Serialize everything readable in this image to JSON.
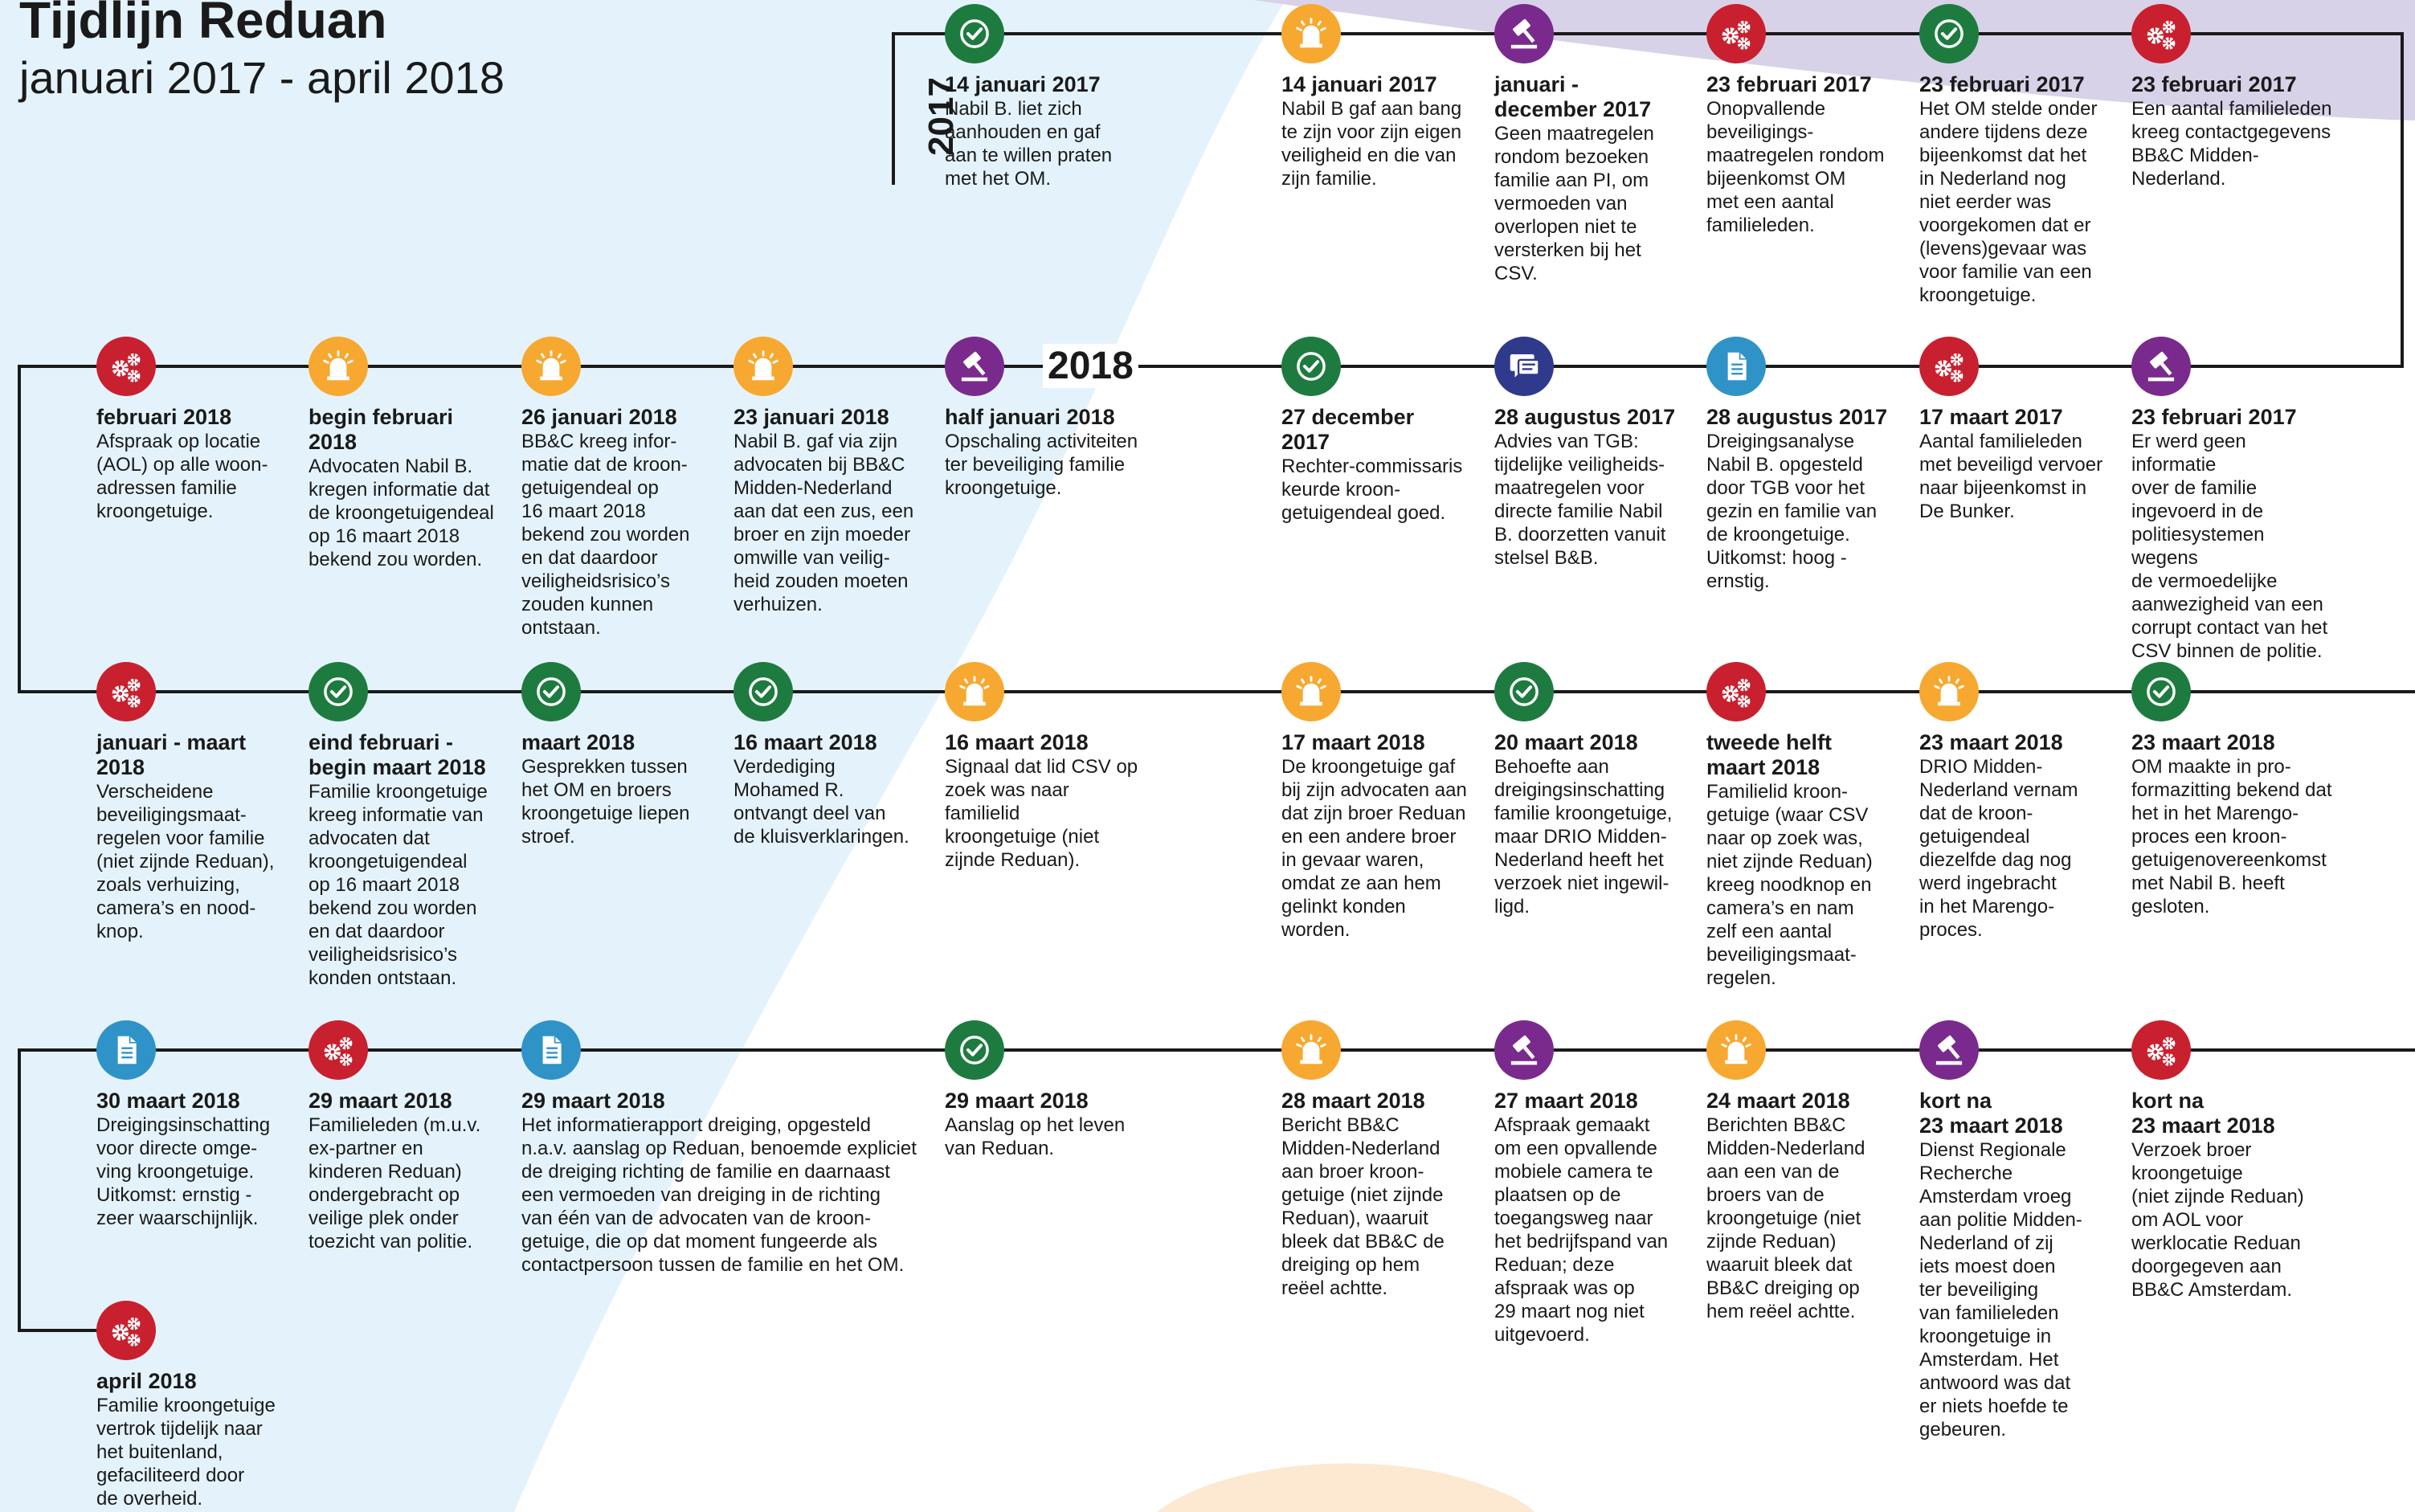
{
  "title": "Tijdlijn Reduan",
  "subtitle": "januari 2017 - april 2018",
  "year_labels": {
    "y2017": "2017",
    "y2018": "2018"
  },
  "colors": {
    "green": "#1e7b3f",
    "orange": "#f7a830",
    "purple": "#7a2a8c",
    "red": "#c8202f",
    "navy": "#2f3a8c",
    "teal": "#2f93c8",
    "bg_blue": "#e4f3fb",
    "bg_lavender": "#d8d2e8",
    "bg_peach": "#fde9d1"
  },
  "events": [
    {
      "icon": "check-icon",
      "color": "green",
      "date": "14 januari 2017",
      "desc": "Nabil B. liet zich\naanhouden en gaf\naan te willen praten\nmet het OM."
    },
    {
      "icon": "alarm-icon",
      "color": "orange",
      "date": "14 januari 2017",
      "desc": "Nabil B gaf aan bang\nte zijn voor zijn eigen\nveiligheid en die van\nzijn familie."
    },
    {
      "icon": "gavel-icon",
      "color": "purple",
      "date": "januari -\ndecember 2017",
      "desc": "Geen maatregelen\nrondom bezoeken\nfamilie aan PI, om\nvermoeden van\noverlopen niet te\nversterken bij het\nCSV."
    },
    {
      "icon": "gear-icon",
      "color": "red",
      "date": "23 februari 2017",
      "desc": "Onopvallende\nbeveiligings-\nmaatregelen rondom\nbijeenkomst OM\nmet een aantal\nfamilieleden."
    },
    {
      "icon": "check-icon",
      "color": "green",
      "date": "23 februari 2017",
      "desc": "Het OM stelde onder\nandere tijdens deze\nbijeenkomst dat het\nin Nederland nog\nniet eerder was\nvoorgekomen dat er\n(levens)gevaar was\nvoor familie van een\nkroongetuige."
    },
    {
      "icon": "gear-icon",
      "color": "red",
      "date": "23 februari 2017",
      "desc": "Een aantal familieleden\nkreeg contactgegevens\nBB&C Midden-\nNederland."
    },
    {
      "icon": "gavel-icon",
      "color": "purple",
      "date": "23 februari 2017",
      "desc": "Er werd geen informatie\nover de familie\ningevoerd in de\npolitiesystemen wegens\nde vermoedelijke\naanwezigheid van een\ncorrupt contact van het\nCSV binnen de politie."
    },
    {
      "icon": "gear-icon",
      "color": "red",
      "date": "17 maart 2017",
      "desc": "Aantal familieleden\nmet beveiligd vervoer\nnaar bijeenkomst in\nDe Bunker."
    },
    {
      "icon": "document-icon",
      "color": "teal",
      "date": "28 augustus 2017",
      "desc": "Dreigingsanalyse\nNabil B. opgesteld\ndoor TGB voor het\ngezin en familie van\nde kroongetuige.\nUitkomst: hoog -\nernstig."
    },
    {
      "icon": "chat-icon",
      "color": "navy",
      "date": "28 augustus 2017",
      "desc": "Advies van TGB:\ntijdelijke veiligheids-\nmaatregelen voor\ndirecte familie Nabil\nB. doorzetten vanuit\nstelsel B&B."
    },
    {
      "icon": "check-icon",
      "color": "green",
      "date": "27 december\n2017",
      "desc": "Rechter-commissaris\nkeurde kroon-\ngetuigendeal goed."
    },
    {
      "icon": "gavel-icon",
      "color": "purple",
      "date": "half januari 2018",
      "desc": "Opschaling activiteiten\nter beveiliging familie\nkroongetuige."
    },
    {
      "icon": "alarm-icon",
      "color": "orange",
      "date": "23 januari 2018",
      "desc": "Nabil B. gaf via zijn\nadvocaten bij BB&C\nMidden-Nederland\naan dat een zus, een\nbroer en zijn moeder\nomwille van veilig-\nheid zouden moeten\nverhuizen."
    },
    {
      "icon": "alarm-icon",
      "color": "orange",
      "date": "26 januari 2018",
      "desc": "BB&C kreeg infor-\nmatie dat de kroon-\ngetuigendeal op\n16 maart 2018\nbekend zou worden\nen dat daardoor\nveiligheidsrisico’s\nzouden kunnen\nontstaan."
    },
    {
      "icon": "alarm-icon",
      "color": "orange",
      "date": "begin februari\n2018",
      "desc": "Advocaten Nabil B.\nkregen informatie dat\nde kroongetuigendeal\nop 16 maart 2018\nbekend zou worden."
    },
    {
      "icon": "gear-icon",
      "color": "red",
      "date": "februari 2018",
      "desc": "Afspraak op locatie\n(AOL) op alle woon-\nadressen familie\nkroongetuige."
    },
    {
      "icon": "gear-icon",
      "color": "red",
      "date": "januari - maart\n2018",
      "desc": "Verscheidene\nbeveiligingsmaat-\nregelen voor familie\n(niet zijnde Reduan),\nzoals verhuizing,\ncamera’s en nood-\nknop."
    },
    {
      "icon": "check-icon",
      "color": "green",
      "date": "eind februari -\nbegin maart 2018",
      "desc": "Familie kroongetuige\nkreeg informatie van\nadvocaten dat\nkroongetuigendeal\nop 16 maart 2018\nbekend zou worden\nen dat daardoor\nveiligheidsrisico’s\nkonden ontstaan."
    },
    {
      "icon": "check-icon",
      "color": "green",
      "date": "maart 2018",
      "desc": "Gesprekken tussen\nhet OM en broers\nkroongetuige liepen\nstroef."
    },
    {
      "icon": "check-icon",
      "color": "green",
      "date": "16 maart 2018",
      "desc": "Verdediging\nMohamed R.\nontvangt deel van\nde kluisverklaringen."
    },
    {
      "icon": "alarm-icon",
      "color": "orange",
      "date": "16 maart 2018",
      "desc": "Signaal dat lid CSV op\nzoek was naar familielid\nkroongetuige (niet\nzijnde Reduan)."
    },
    {
      "icon": "alarm-icon",
      "color": "orange",
      "date": "17 maart 2018",
      "desc": "De kroongetuige gaf\nbij zijn advocaten aan\ndat zijn broer Reduan\nen een andere broer\nin gevaar waren,\nomdat ze aan hem\ngelinkt konden\nworden."
    },
    {
      "icon": "check-icon",
      "color": "green",
      "date": "20 maart 2018",
      "desc": "Behoefte aan\ndreigingsinschatting\nfamilie kroongetuige,\nmaar DRIO Midden-\nNederland heeft het\nverzoek niet ingewil-\nligd."
    },
    {
      "icon": "gear-icon",
      "color": "red",
      "date": "tweede helft\nmaart 2018",
      "desc": "Familielid kroon-\ngetuige (waar CSV\nnaar op zoek was,\nniet zijnde Reduan)\nkreeg noodknop en\ncamera’s en nam\nzelf een aantal\nbeveiligingsmaat-\nregelen."
    },
    {
      "icon": "alarm-icon",
      "color": "orange",
      "date": "23 maart 2018",
      "desc": "DRIO Midden-\nNederland vernam\ndat de kroon-\ngetuigendeal\ndiezelfde dag nog\nwerd ingebracht\nin het Marengo-\nproces."
    },
    {
      "icon": "check-icon",
      "color": "green",
      "date": "23 maart 2018",
      "desc": "OM maakte in pro-\nformazitting bekend dat\nhet in het Marengo-\nproces een kroon-\ngetuigenovereenkomst\nmet Nabil B. heeft\ngesloten."
    },
    {
      "icon": "gear-icon",
      "color": "red",
      "date": "kort na\n23 maart 2018",
      "desc": "Verzoek broer\nkroongetuige\n(niet zijnde Reduan)\nom AOL voor\nwerklocatie Reduan\ndoorgegeven aan\nBB&C Amsterdam."
    },
    {
      "icon": "gavel-icon",
      "color": "purple",
      "date": "kort na\n23 maart 2018",
      "desc": "Dienst Regionale\nRecherche\nAmsterdam vroeg\naan politie Midden-\nNederland of zij\niets moest doen\nter beveiliging\nvan familieleden\nkroongetuige in\nAmsterdam. Het\nantwoord was dat\ner niets hoefde te\ngebeuren."
    },
    {
      "icon": "alarm-icon",
      "color": "orange",
      "date": "24 maart 2018",
      "desc": "Berichten BB&C\nMidden-Nederland\naan een van de\nbroers van de\nkroongetuige (niet\nzijnde Reduan)\nwaaruit bleek dat\nBB&C dreiging op\nhem reëel achtte."
    },
    {
      "icon": "gavel-icon",
      "color": "purple",
      "date": "27 maart 2018",
      "desc": "Afspraak gemaakt\nom een opvallende\nmobiele camera te\nplaatsen op de\ntoegangsweg naar\nhet bedrijfspand van\nReduan; deze\nafspraak was op\n29 maart nog niet\nuitgevoerd."
    },
    {
      "icon": "alarm-icon",
      "color": "orange",
      "date": "28 maart 2018",
      "desc": "Bericht BB&C\nMidden-Nederland\naan broer kroon-\ngetuige (niet zijnde\nReduan), waaruit\nbleek dat BB&C de\ndreiging op hem\nreëel achtte."
    },
    {
      "icon": "check-icon",
      "color": "green",
      "date": "29 maart 2018",
      "desc": "Aanslag op het leven\nvan Reduan."
    },
    {
      "icon": "document-icon",
      "color": "teal",
      "date": "29 maart 2018",
      "desc": "Het informatierapport dreiging, opgesteld\nn.a.v. aanslag op Reduan, benoemde expliciet\nde dreiging richting de familie en daarnaast\neen vermoeden van dreiging in de richting\nvan één van de advocaten van de kroon-\ngetuige, die op dat moment fungeerde als\ncontactpersoon tussen de familie en het OM."
    },
    {
      "icon": "gear-icon",
      "color": "red",
      "date": "29 maart 2018",
      "desc": "Familieleden (m.u.v.\nex-partner en\nkinderen Reduan)\nondergebracht op\nveilige plek onder\ntoezicht van politie."
    },
    {
      "icon": "document-icon",
      "color": "teal",
      "date": "30 maart 2018",
      "desc": "Dreigingsinschatting\nvoor directe omge-\nving kroongetuige.\nUitkomst: ernstig -\nzeer waarschijnlijk."
    },
    {
      "icon": "gear-icon",
      "color": "red",
      "date": "april 2018",
      "desc": "Familie kroongetuige\nvertrok tijdelijk naar\nhet buitenland,\ngefaciliteerd door\nde overheid."
    }
  ]
}
